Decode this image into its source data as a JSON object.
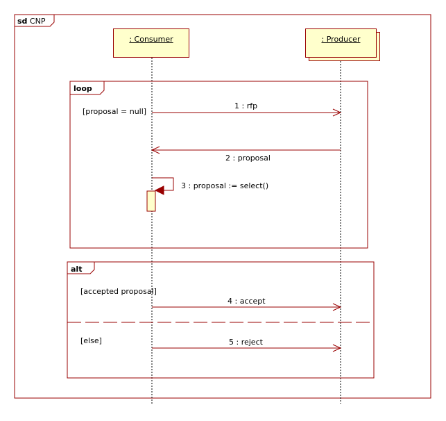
{
  "frame": {
    "keyword": "sd",
    "name": "CNP"
  },
  "lifelines": [
    {
      "label": ": Consumer"
    },
    {
      "label": ": Producer"
    }
  ],
  "fragments": {
    "loop": {
      "operator": "loop",
      "guard": "[proposal = null]"
    },
    "alt": {
      "operator": "alt",
      "guard1": "[accepted proposal]",
      "guard2": "[else]"
    }
  },
  "messages": [
    {
      "label": "1 : rfp"
    },
    {
      "label": "2 : proposal"
    },
    {
      "label": "3 : proposal := select()"
    },
    {
      "label": "4 : accept"
    },
    {
      "label": "5 : reject"
    }
  ],
  "colors": {
    "line": "#990000",
    "box_fill": "#ffffcc"
  }
}
